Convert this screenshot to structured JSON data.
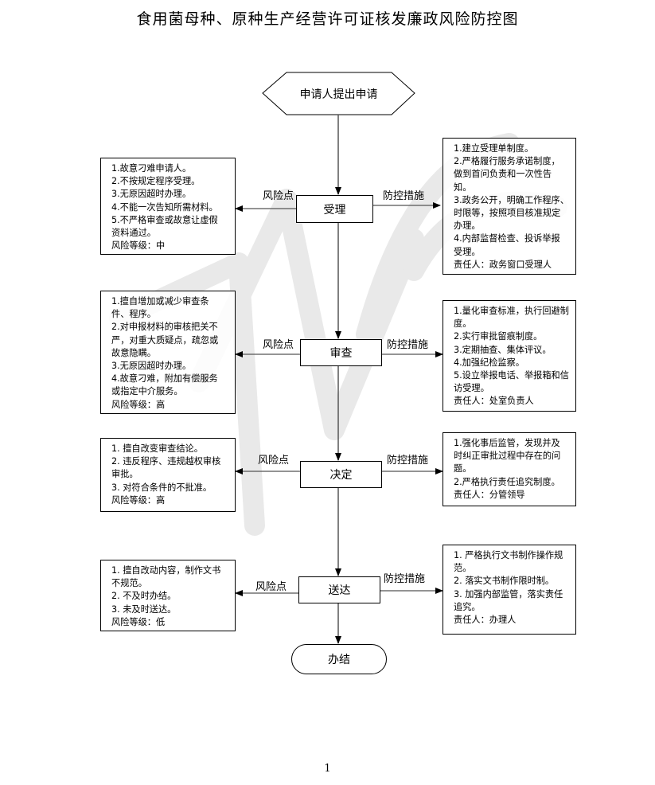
{
  "title": "食用菌母种、原种生产经营许可证核发廉政风险防控图",
  "start_node": "申请人提出申请",
  "end_node": "办结",
  "edge_labels": {
    "risk": "风险点",
    "control": "防控措施"
  },
  "steps": [
    {
      "name": "受理",
      "risks": [
        "1.故意刁难申请人。",
        "2.不按规定程序受理。",
        "3.无原因超时办理。",
        "4.不能一次告知所需材料。",
        "5.不严格审查或故意让虚假",
        "资料通过。",
        "风险等级：中"
      ],
      "risk_level": "中",
      "controls": [
        "1.建立受理单制度。",
        "2.严格履行服务承诺制度，",
        "做到首问负责和一次性告",
        "知。",
        "3.政务公开，明确工作程序、",
        "时限等，按照项目核准规定",
        "办理。",
        "4.内部监督检查、投诉举报",
        "受理。",
        "责任人：政务窗口受理人"
      ]
    },
    {
      "name": "审查",
      "risks": [
        "1.擅自增加或减少审查条",
        "件、程序。",
        "2.对申报材料的审核把关不",
        "严，对重大质疑点，疏忽或",
        "故意隐瞒。",
        "3.无原因超时办理。",
        "4.故意刁难，附加有偿服务",
        "或指定中介服务。",
        "风险等级：高"
      ],
      "risk_level": "高",
      "controls": [
        "1.量化审查标准，执行回避制",
        "度。",
        "2.实行审批留痕制度。",
        "3.定期抽查、集体评议。",
        "4.加强纪检监察。",
        "5.设立举报电话、举报箱和信",
        "访受理。",
        "责任人：处室负责人"
      ]
    },
    {
      "name": "决定",
      "risks": [
        "1. 擅自改变审查结论。",
        "2. 违反程序、违规越权审核",
        "审批。",
        "3. 对符合条件的不批准。",
        "风险等级：高"
      ],
      "risk_level": "高",
      "controls": [
        "1.强化事后监管，发现并及",
        "时纠正审批过程中存在的问",
        "题。",
        "2.严格执行责任追究制度。",
        "责任人：分管领导"
      ]
    },
    {
      "name": "送达",
      "risks": [
        "1. 擅自改动内容，制作文书",
        "不规范。",
        "2. 不及时办结。",
        "3. 未及时送达。",
        "风险等级：低"
      ],
      "risk_level": "低",
      "controls": [
        "1. 严格执行文书制作操作规",
        "范。",
        "2. 落实文书制作限时制。",
        "3. 加强内部监管，落实责任",
        "追究。",
        "责任人：办理人"
      ]
    }
  ],
  "page_number": "1"
}
